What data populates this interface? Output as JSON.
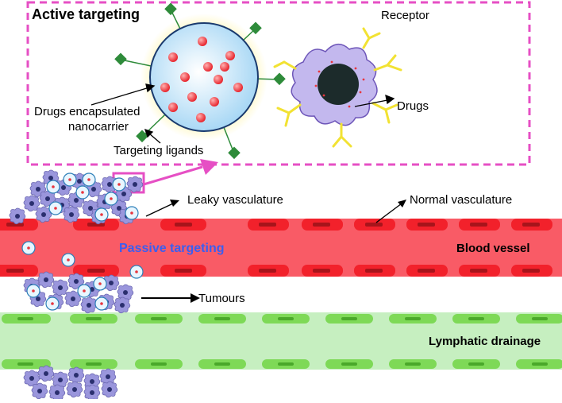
{
  "panel": {
    "title": "Active targeting",
    "frame_color": "#e64fc4"
  },
  "labels": {
    "receptor": "Receptor",
    "drugs": "Drugs",
    "nanocarrier_line1": "Drugs encapsulated",
    "nanocarrier_line2": "nanocarrier",
    "ligands": "Targeting ligands",
    "leaky": "Leaky vasculature",
    "normal": "Normal vasculature",
    "passive": "Passive targeting",
    "blood_vessel": "Blood vessel",
    "tumours": "Tumours",
    "lymphatic": "Lymphatic drainage"
  },
  "colors": {
    "vessel": "#f95b66",
    "vessel_cell": "#f2212b",
    "lymph": "#c6efc0",
    "lymph_cell": "#7ed957",
    "passive_text": "#3b5ef0",
    "tumour_cell": "#9a96dc",
    "drug": "#e8363e",
    "ligand": "#2e8b3a",
    "receptor": "#f2e233"
  },
  "icons": {
    "nanocarrier": "nanocarrier-icon",
    "tumour_cell": "tumour-cell-icon",
    "ligand": "ligand-icon",
    "receptor": "receptor-icon"
  }
}
